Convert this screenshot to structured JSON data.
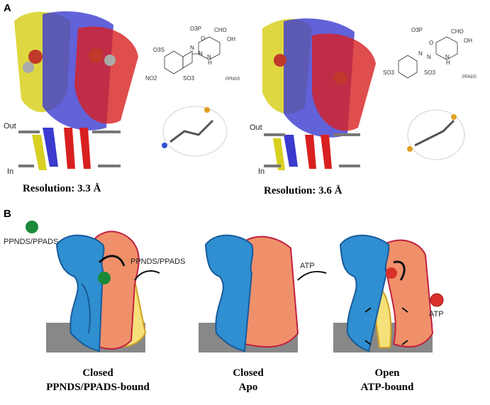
{
  "panel_a": {
    "label": "A",
    "left": {
      "out_label": "Out",
      "in_label": "In",
      "resolution": "Resolution: 3.3 Å",
      "ligand_name": "PPNDS",
      "chem_groups": [
        "CHO",
        "OH",
        "O3P",
        "O",
        "O3S",
        "N",
        "N",
        "N",
        "H",
        "NO2",
        "SO3"
      ]
    },
    "right": {
      "out_label": "Out",
      "in_label": "In",
      "resolution": "Resolution: 3.6 Å",
      "ligand_name": "PPADS",
      "chem_groups": [
        "CHO",
        "OH",
        "O3P",
        "O",
        "N",
        "N",
        "N",
        "H",
        "SO3",
        "SO3"
      ]
    }
  },
  "panel_b": {
    "label": "B",
    "ligand_legend": "PPNDS/PPADS",
    "arrow1_label": "PPNDS/PPADS",
    "arrow2_label": "ATP",
    "atp_legend": "ATP",
    "states": [
      {
        "line1": "Closed",
        "line2": "PPNDS/PPADS-bound"
      },
      {
        "line1": "Closed",
        "line2": "Apo"
      },
      {
        "line1": "Open",
        "line2": "ATP-bound"
      }
    ]
  },
  "colors": {
    "blue": "#2f8fd0",
    "salmon": "#f0906a",
    "yellow": "#f5e07a",
    "green": "#1a8a3a",
    "red": "#d9302a",
    "membrane": "#888888",
    "helix_yellow": "#d8d020",
    "helix_blue": "#3b3bd0",
    "helix_red": "#d82020"
  }
}
